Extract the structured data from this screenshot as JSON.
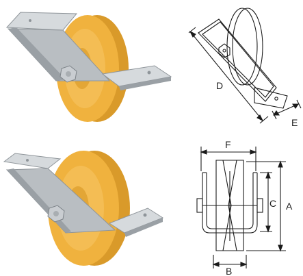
{
  "labels": {
    "d": "D",
    "e": "E",
    "f": "F",
    "c": "C",
    "a": "A",
    "b": "B"
  },
  "colors": {
    "wheel": "#f0b23e",
    "wheel_shade": "#d99a2a",
    "wheel_light": "#f7c766",
    "plate": "#b9bec2",
    "plate_dark": "#8f959a",
    "plate_light": "#d6dadd",
    "line": "#1a1a1a"
  }
}
